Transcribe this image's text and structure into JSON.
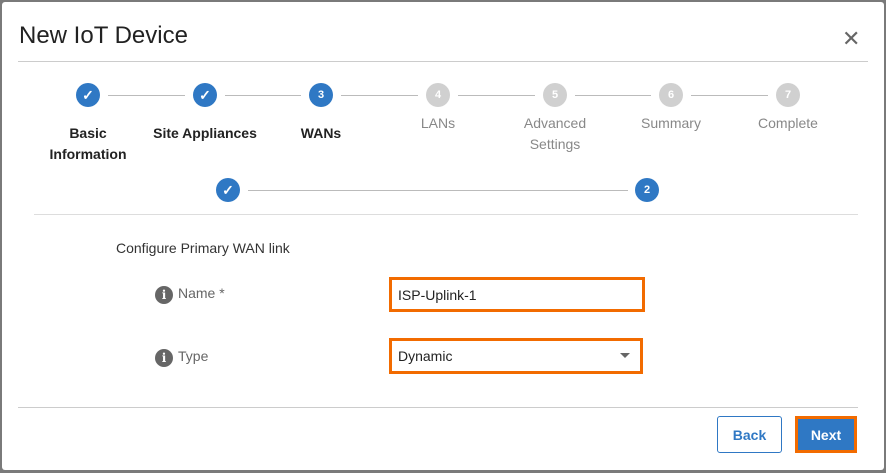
{
  "dialog": {
    "title": "New IoT Device",
    "close_icon": "close-icon"
  },
  "stepper": {
    "steps": [
      {
        "number": "1",
        "label": "Basic Information",
        "state": "done"
      },
      {
        "number": "2",
        "label": "Site Appliances",
        "state": "done"
      },
      {
        "number": "3",
        "label": "WANs",
        "state": "active"
      },
      {
        "number": "4",
        "label": "LANs",
        "state": "pending"
      },
      {
        "number": "5",
        "label": "Advanced Settings",
        "state": "pending"
      },
      {
        "number": "6",
        "label": "Summary",
        "state": "pending"
      },
      {
        "number": "7",
        "label": "Complete",
        "state": "pending"
      }
    ]
  },
  "substepper": {
    "steps": [
      {
        "number": "1",
        "state": "done"
      },
      {
        "number": "2",
        "state": "active"
      }
    ]
  },
  "form": {
    "section_title": "Configure Primary WAN link",
    "name_label": "Name *",
    "name_value": "ISP-Uplink-1",
    "type_label": "Type",
    "type_value": "Dynamic"
  },
  "footer": {
    "back_label": "Back",
    "next_label": "Next"
  },
  "colors": {
    "accent": "#2f78c4",
    "highlight": "#f26b00",
    "pending": "#d0d0d0"
  }
}
